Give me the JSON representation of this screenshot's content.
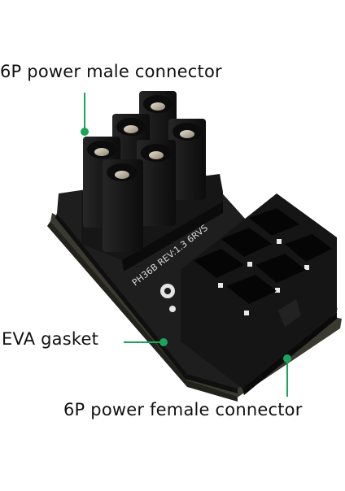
{
  "labels": {
    "male_connector": "6P power male connector",
    "eva_gasket": "EVA gasket",
    "female_connector": "6P power female connector"
  },
  "pcb": {
    "silkscreen": "PH36B REV:1.3 6RVS"
  },
  "colors": {
    "callout_accent": "#1aa55a",
    "connector_body": "#141414",
    "pcb": "#1c1c1c",
    "gasket": "#2a2a22"
  }
}
